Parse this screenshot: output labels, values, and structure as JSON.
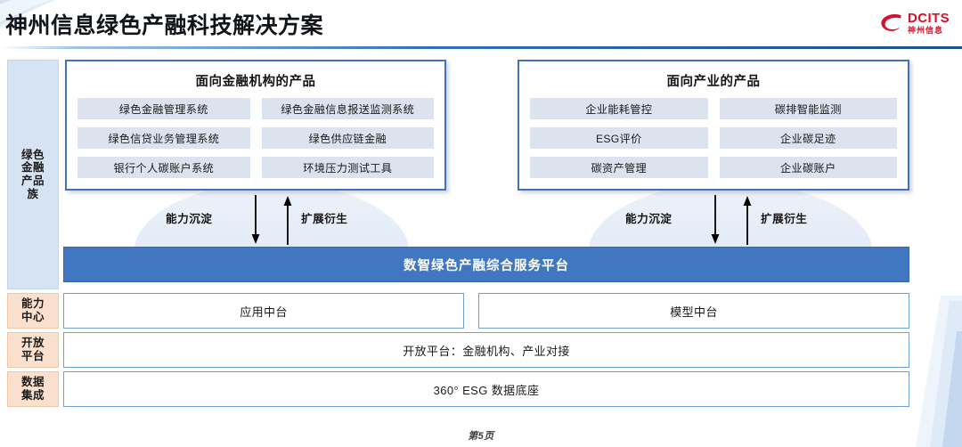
{
  "header": {
    "title": "神州信息绿色产融科技解决方案",
    "logo": {
      "en": "DCITS",
      "cn": "神州信息",
      "color": "#d7112a",
      "mark": "swirl-logo-icon"
    }
  },
  "sidebar": {
    "items": [
      {
        "id": "green-finance-product-family",
        "label": "绿色\n金融\n产品\n族",
        "color": "#d6e3f2",
        "kind": "blue"
      },
      {
        "id": "ability-center",
        "label": "能力\n中心",
        "color": "#fbe0ce",
        "kind": "orange"
      },
      {
        "id": "open-platform",
        "label": "开放\n平台",
        "color": "#fbe0ce",
        "kind": "orange"
      },
      {
        "id": "data-integration",
        "label": "数据\n集成",
        "color": "#fbe0ce",
        "kind": "orange"
      }
    ]
  },
  "panels": [
    {
      "id": "financial-institution-products",
      "title": "面向金融机构的产品",
      "products": [
        "绿色金融管理系统",
        "绿色金融信息报送监测系统",
        "绿色信贷业务管理系统",
        "绿色供应链金融",
        "银行个人碳账户系统",
        "环境压力测试工具"
      ]
    },
    {
      "id": "industry-products",
      "title": "面向产业的产品",
      "products": [
        "企业能耗管控",
        "碳排智能监测",
        "ESG评价",
        "企业碳足迹",
        "碳资产管理",
        "企业碳账户"
      ]
    }
  ],
  "flows": [
    {
      "id": "flow-left",
      "down_label": "能力沉淀",
      "up_label": "扩展衍生"
    },
    {
      "id": "flow-right",
      "down_label": "能力沉淀",
      "up_label": "扩展衍生"
    }
  ],
  "platform": {
    "label": "数智绿色产融综合服务平台",
    "bg": "#4177c0",
    "text_color": "#ffffff"
  },
  "rows": {
    "application_middle_platform": "应用中台",
    "model_middle_platform": "模型中台",
    "open_platform": "开放平台：金融机构、产业对接",
    "data_base": "360° ESG 数据底座"
  },
  "footer": {
    "page": "第5页"
  },
  "theme": {
    "panel_border": "#3f72b8",
    "chip_bg": "#dce3ef",
    "row_border": "#6fa0d8",
    "hill": "#e5ecf7",
    "rule": "#2f6fba"
  }
}
